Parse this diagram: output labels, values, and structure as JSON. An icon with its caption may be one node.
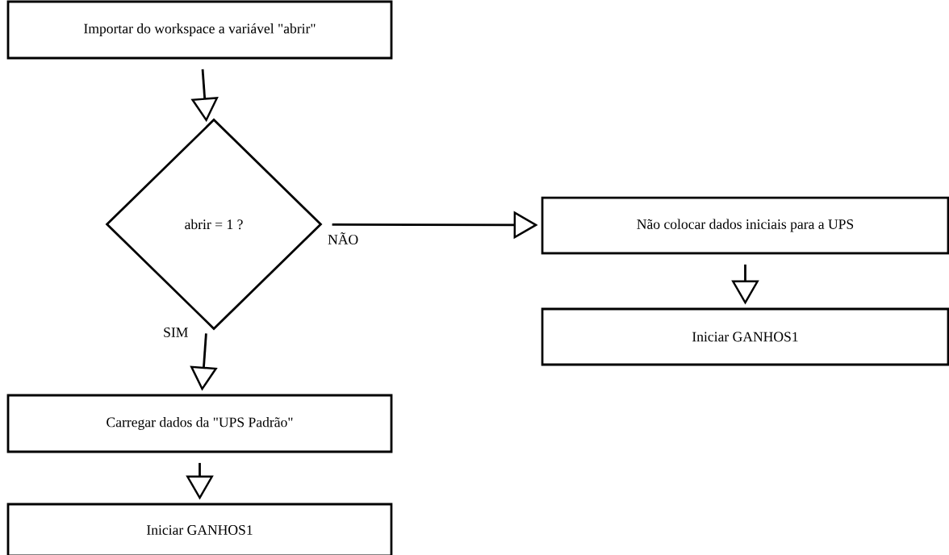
{
  "diagram": {
    "nodes": [
      {
        "text": [
          "Importar do workspace a variável \"abrir\""
        ]
      },
      {
        "text": [
          "abrir = 1 ?"
        ]
      },
      {
        "text": [
          "Não colocar dados iniciais para a UPS"
        ]
      },
      {
        "text": [
          "Iniciar GANHOS1"
        ]
      },
      {
        "text": [
          "Carregar dados da \"UPS Padrão\""
        ]
      },
      {
        "text": [
          "Iniciar GANHOS1"
        ]
      }
    ],
    "edges": [
      {
        "from": 0,
        "to": 1,
        "arrow": "to"
      },
      {
        "from": 1,
        "to": 2,
        "arrow": "to",
        "label": "NÃO"
      },
      {
        "from": 2,
        "to": 3,
        "arrow": "to"
      },
      {
        "from": 1,
        "to": 4,
        "arrow": "to",
        "label": "SIM"
      },
      {
        "from": 4,
        "to": 5,
        "arrow": "to"
      }
    ]
  }
}
